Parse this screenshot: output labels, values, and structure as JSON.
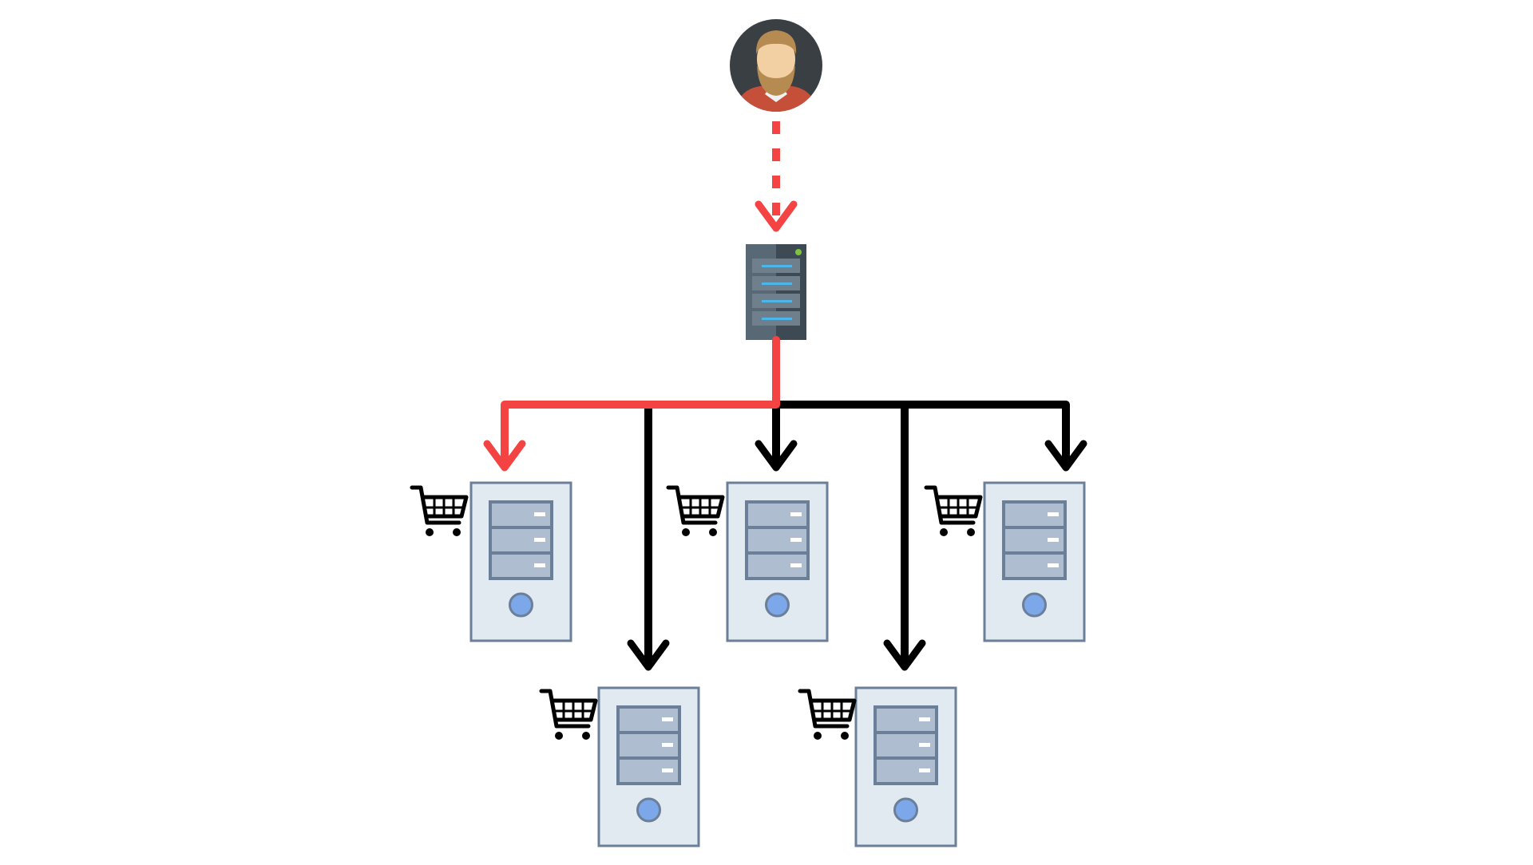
{
  "colors": {
    "background": "#ffffff",
    "active_path": "#f44343",
    "inactive_path": "#000000",
    "server_body": "#e1e9f1",
    "server_outline": "#6c7f99",
    "drive_bay": "#aebdcf",
    "power_button": "#7ca7e8",
    "rack_dark": "#3d4a54",
    "rack_light": "#596875",
    "rack_led": "#4cb6ea",
    "status_led": "#7cc440",
    "avatar_bg": "#3a3f44",
    "skin": "#f2d0a4",
    "hair_beard": "#b58b52",
    "shirt": "#c64f3a"
  },
  "nodes": {
    "user": {
      "icon": "user-avatar-icon"
    },
    "load_balancer": {
      "icon": "rack-server-icon"
    },
    "servers": [
      {
        "icon": "server-tower-icon",
        "badge": "shopping-cart-icon",
        "route": "active"
      },
      {
        "icon": "server-tower-icon",
        "badge": "shopping-cart-icon",
        "route": "inactive"
      },
      {
        "icon": "server-tower-icon",
        "badge": "shopping-cart-icon",
        "route": "inactive"
      },
      {
        "icon": "server-tower-icon",
        "badge": "shopping-cart-icon",
        "route": "inactive"
      },
      {
        "icon": "server-tower-icon",
        "badge": "shopping-cart-icon",
        "route": "inactive"
      }
    ]
  },
  "edges": [
    {
      "from": "user",
      "to": "load_balancer",
      "style": "dashed",
      "route": "active"
    },
    {
      "from": "load_balancer",
      "to": "server_1",
      "style": "solid",
      "route": "active"
    },
    {
      "from": "load_balancer",
      "to": "server_4",
      "style": "solid",
      "route": "inactive"
    },
    {
      "from": "load_balancer",
      "to": "server_2",
      "style": "solid",
      "route": "inactive"
    },
    {
      "from": "load_balancer",
      "to": "server_5",
      "style": "solid",
      "route": "inactive"
    },
    {
      "from": "load_balancer",
      "to": "server_3",
      "style": "solid",
      "route": "inactive"
    }
  ]
}
